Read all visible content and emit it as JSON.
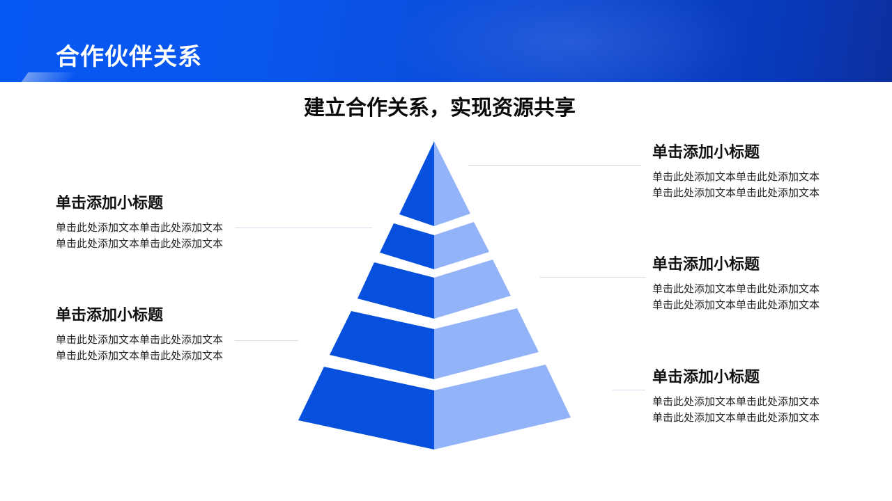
{
  "header": {
    "title": "合作伙伴关系",
    "background_colors": [
      "#0757f2",
      "#0a49d4",
      "#0d2f9e"
    ]
  },
  "main": {
    "title": "建立合作关系，实现资源共享"
  },
  "pyramid": {
    "tiers": 5,
    "left_face_color": "#0650dd",
    "right_face_color": "#92b3f7"
  },
  "left_blocks": [
    {
      "subtitle": "单击添加小标题",
      "body": "单击此处添加文本单击此处添加文本单击此处添加文本单击此处添加文本"
    },
    {
      "subtitle": "单击添加小标题",
      "body": "单击此处添加文本单击此处添加文本单击此处添加文本单击此处添加文本"
    }
  ],
  "right_blocks": [
    {
      "subtitle": "单击添加小标题",
      "body": "单击此处添加文本单击此处添加文本单击此处添加文本单击此处添加文本"
    },
    {
      "subtitle": "单击添加小标题",
      "body": "单击此处添加文本单击此处添加文本单击此处添加文本单击此处添加文本"
    },
    {
      "subtitle": "单击添加小标题",
      "body": "单击此处添加文本单击此处添加文本单击此处添加文本单击此处添加文本"
    }
  ]
}
